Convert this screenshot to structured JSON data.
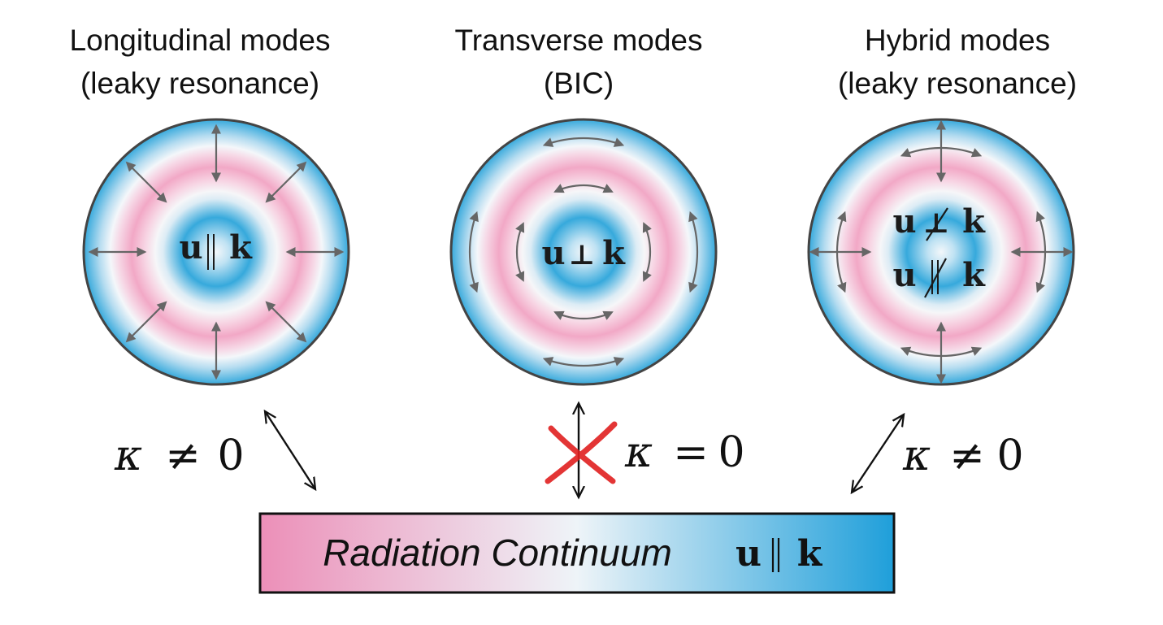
{
  "panels": [
    {
      "id": "longitudinal",
      "title_line1": "Longitudinal modes",
      "title_line2": "(leaky resonance)",
      "relation": "u||k",
      "field": "radial"
    },
    {
      "id": "transverse",
      "title_line1": "Transverse modes",
      "title_line2": "(BIC)",
      "relation": "u⊥k",
      "field": "azimuthal"
    },
    {
      "id": "hybrid",
      "title_line1": "Hybrid modes",
      "title_line2": "(leaky resonance)",
      "relation_top": "u⊥k (crossed)",
      "relation_bottom": "u||k (crossed)",
      "field": "hybrid"
    }
  ],
  "labels": {
    "math_u": "u",
    "math_k": "k",
    "kappa_left": "κ ≠ 0",
    "kappa_middle": "κ = 0",
    "kappa_right": "κ ≠ 0",
    "kappa_symbol": "κ",
    "neq_sign": "≠",
    "eq_sign": "=",
    "zero": "0",
    "perp_sign": "⊥",
    "continuum_text": "Radiation Continuum",
    "continuum_relation": "u||k"
  },
  "colors": {
    "pink": "#f2a8c6",
    "blue": "#36a9dc",
    "white": "#f3f7fa",
    "arrow_gray": "#666666",
    "outline": "#444444",
    "cross_red": "#e02020",
    "continuum_left": "#ec8fb8",
    "continuum_right": "#1f9fda"
  },
  "coupling": [
    {
      "panel": "longitudinal",
      "kappa_zero": false,
      "blocked": false
    },
    {
      "panel": "transverse",
      "kappa_zero": true,
      "blocked": true
    },
    {
      "panel": "hybrid",
      "kappa_zero": false,
      "blocked": false
    }
  ]
}
